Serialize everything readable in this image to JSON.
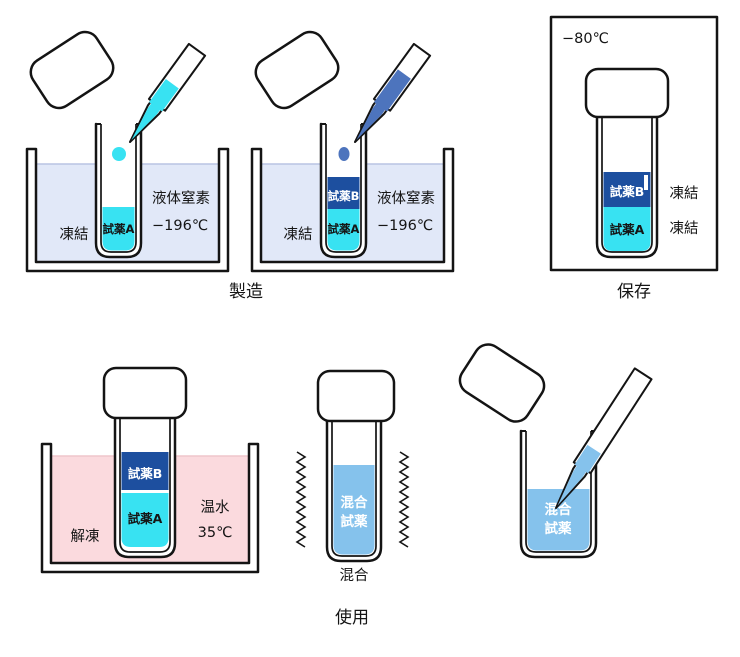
{
  "colors": {
    "reagent_a": "#38e2f2",
    "reagent_b": "#1d4f9f",
    "pipette_b_liquid": "#4d74bd",
    "liquid_nitrogen_bath": "#e1e8f8",
    "warm_water": "#fbdade",
    "mixed_reagent": "#85c2ec",
    "warm_text": "#e8332a"
  },
  "stages": {
    "manufacture": {
      "label": "製造",
      "step1": {
        "freeze_label": "凍結",
        "nitrogen_line1": "液体窒素",
        "nitrogen_line2": "−196℃",
        "reagent_a": "試薬A"
      },
      "step2": {
        "freeze_label": "凍結",
        "nitrogen_line1": "液体窒素",
        "nitrogen_line2": "−196℃",
        "reagent_a": "試薬A",
        "reagent_b": "試薬B"
      }
    },
    "storage": {
      "label": "保存",
      "temperature": "−80℃",
      "reagent_a": "試薬A",
      "reagent_b": "試薬B",
      "freeze_label_top": "凍結",
      "freeze_label_bottom": "凍結"
    },
    "usage": {
      "label": "使用",
      "thaw": {
        "thaw_label": "解凍",
        "water_label": "温水",
        "water_temp": "35℃",
        "reagent_a": "試薬A",
        "reagent_b": "試薬B"
      },
      "mix": {
        "caption": "混合",
        "tube_line1": "混合",
        "tube_line2": "試薬"
      },
      "draw": {
        "tube_line1": "混合",
        "tube_line2": "試薬"
      }
    }
  }
}
